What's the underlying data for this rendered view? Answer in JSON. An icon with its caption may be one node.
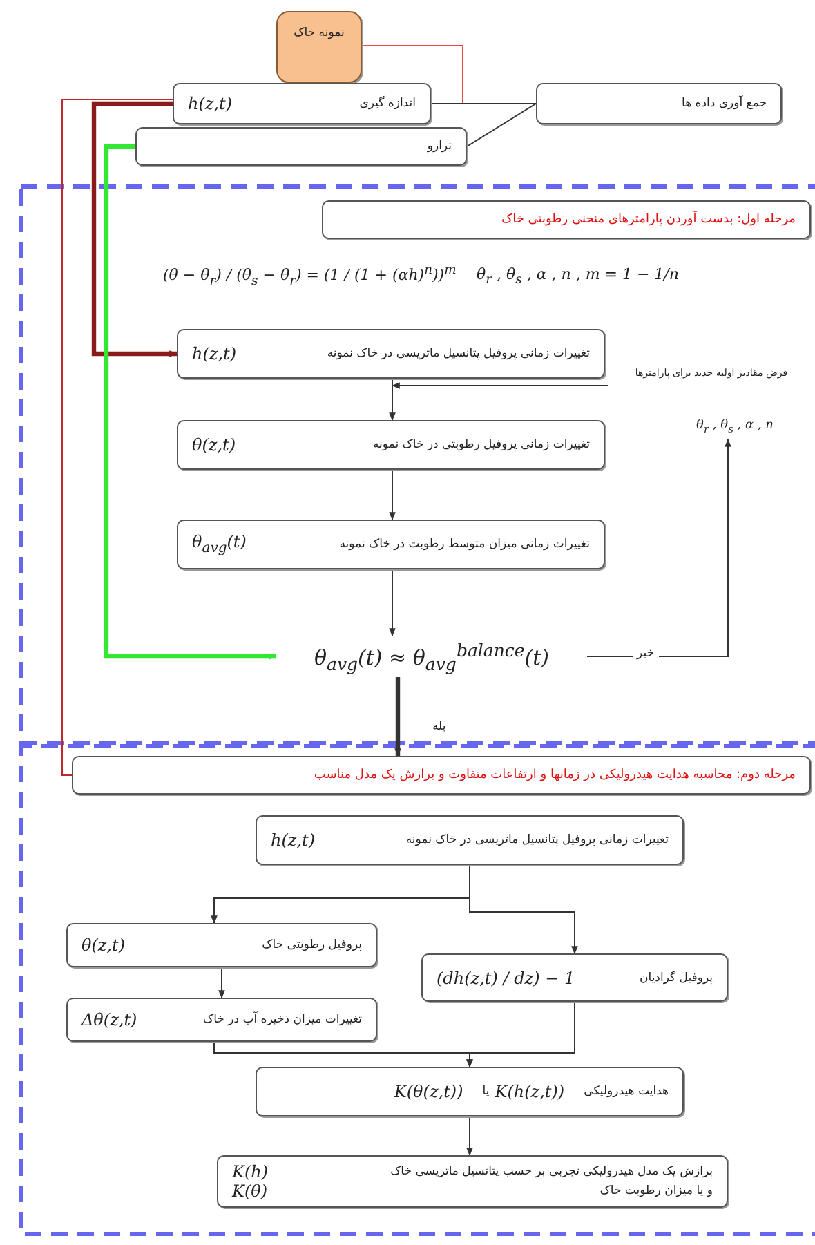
{
  "diagram": {
    "nodes": [
      {
        "text": [
          "نمونه خاک"
        ]
      },
      {
        "text": [
          "اندازه گیری",
          "h(z,t)"
        ]
      },
      {
        "text": [
          "ترازو"
        ]
      },
      {
        "text": [
          "جمع آوری داده ها"
        ]
      },
      {
        "text": [
          "مرحله اول: بدست آوردن پارامترهای منحنی رطوبتی خاک"
        ]
      },
      {
        "text": [
          "تغییرات زمانی پروفیل پتانسیل ماتریسی در خاک نمونه",
          "h(z,t)"
        ]
      },
      {
        "text": [
          "تغییرات زمانی پروفیل رطوبتی در خاک نمونه",
          "θ(z,t)"
        ]
      },
      {
        "text": [
          "تغییرات زمانی میزان متوسط رطوبت در خاک نمونه",
          "θ$_{avg}$(t)"
        ]
      },
      {
        "text": [
          "θ$_{avg}$(t) ≈ θ$_{avg}$$^{balance}$(t)"
        ]
      },
      {
        "text": [
          "θ$_{r}$ , θ$_{s}$ , α , n"
        ]
      },
      {
        "text": [
          "فرض مقادیر اولیه جدید برای پارامترها"
        ]
      },
      {
        "text": [
          "مرحله دوم: محاسبه هدایت هیدرولیکی در زمانها و ارتفاعات متفاوت و برازش یک مدل مناسب"
        ]
      },
      {
        "text": [
          "تغییرات زمانی پروفیل پتانسیل ماتریسی در خاک نمونه",
          "h(z,t)"
        ]
      },
      {
        "text": [
          "پروفیل رطوبتی خاک",
          "θ(z,t)"
        ]
      },
      {
        "text": [
          "پروفیل گرادیان",
          "(dh(z,t) / dz) − 1"
        ]
      },
      {
        "text": [
          "تغییرات میزان ذخیره آب در خاک",
          "Δθ(z,t)"
        ]
      },
      {
        "text": [
          "هدایت هیدرولیکی",
          "K(h(z,t))",
          "یا",
          "K(θ(z,t))"
        ]
      },
      {
        "text": [
          "برازش یک مدل هیدرولیکی تجربی بر حسب پتانسیل ماتریسی خاک",
          "K(h)",
          "و یا میزان رطوبت خاک",
          "K(θ)"
        ]
      }
    ],
    "edges": [
      {
        "from": 0,
        "to": 3,
        "arrow": "none",
        "color": "#e8474a"
      },
      {
        "from": 1,
        "to": 3,
        "arrow": "none"
      },
      {
        "from": 2,
        "to": 3,
        "arrow": "none"
      },
      {
        "from": 1,
        "to": 5,
        "arrow": "to",
        "color": "#8b1a1a",
        "style": "thick"
      },
      {
        "from": 1,
        "to": 11,
        "arrow": "none",
        "color": "#c0282c"
      },
      {
        "from": 2,
        "to": 8,
        "arrow": "to",
        "color": "#33e833",
        "style": "thick"
      },
      {
        "from": 5,
        "to": 6,
        "arrow": "to"
      },
      {
        "from": 6,
        "to": 7,
        "arrow": "to"
      },
      {
        "from": 7,
        "to": 8,
        "arrow": "to"
      },
      {
        "from": 8,
        "to": 9,
        "arrow": "to",
        "label": "خیر"
      },
      {
        "from": 10,
        "to": 5,
        "arrow": "to"
      },
      {
        "from": 8,
        "to": 11,
        "arrow": "to",
        "label": "بله",
        "style": "thick"
      },
      {
        "from": 12,
        "to": 13,
        "arrow": "to"
      },
      {
        "from": 12,
        "to": 14,
        "arrow": "to"
      },
      {
        "from": 13,
        "to": 15,
        "arrow": "to"
      },
      {
        "from": 15,
        "to": 16,
        "arrow": "to"
      },
      {
        "from": 14,
        "to": 16,
        "arrow": "to"
      },
      {
        "from": 16,
        "to": 17,
        "arrow": "to"
      }
    ],
    "labels": [
      "(θ − θ$_{r}$) / (θ$_{s}$ − θ$_{r}$) = (1 / (1 + (αh)$^{n}$))$^{m}$",
      "θ$_{r}$ , θ$_{s}$ , α , n , m = 1 − 1/n"
    ]
  }
}
